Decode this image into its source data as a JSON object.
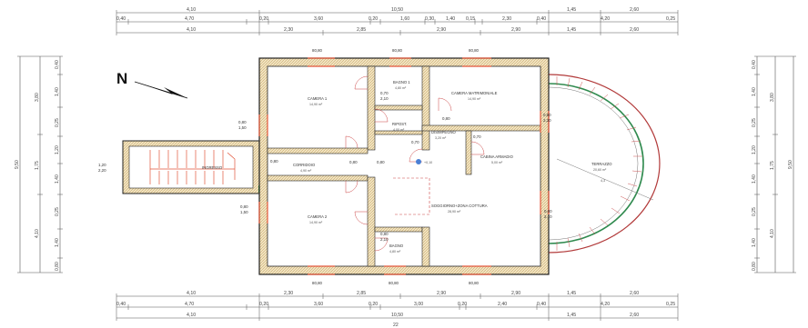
{
  "plan": {
    "north_label": "N",
    "top_dims": {
      "row1": [
        "4,10",
        "10,50",
        "1,45",
        "2,60"
      ],
      "row2": [
        "0,40",
        "4,70",
        "0,20",
        "3,60",
        "0,20",
        "1,60",
        "0,30",
        "1,40",
        "0,15",
        "2,30",
        "0,40",
        "4,20",
        "0,25"
      ],
      "row3": [
        "4,10",
        "2,30",
        "2,85",
        "2,90",
        "2,90",
        "1,45",
        "2,60"
      ]
    },
    "bottom_dims": {
      "row1": [
        "4,10",
        "2,30",
        "2,85",
        "2,90",
        "2,90",
        "1,45",
        "2,60"
      ],
      "row2": [
        "0,40",
        "4,70",
        "0,20",
        "3,60",
        "0,20",
        "3,00",
        "0,20",
        "2,40",
        "0,40",
        "4,20",
        "0,25"
      ],
      "row3": [
        "4,10",
        "10,50",
        "1,45",
        "2,60"
      ],
      "row4": [
        "22"
      ]
    },
    "left_dims": {
      "outer": [
        "9,50"
      ],
      "mid": [
        "3,80",
        "1,75",
        "4,10"
      ],
      "inner": [
        "0,40",
        "1,40",
        "0,25",
        "1,20",
        "1,40",
        "0,25",
        "1,40",
        "0,80"
      ]
    },
    "right_dims": {
      "outer": [
        "9,50"
      ],
      "mid": [
        "3,80",
        "1,75",
        "4,10"
      ],
      "inner": [
        "0,40",
        "1,40",
        "0,25",
        "1,20",
        "1,40",
        "0,25",
        "1,40",
        "0,80"
      ]
    },
    "rooms": {
      "camera1": {
        "name": "CAMERA 1",
        "area": "14,90 m²"
      },
      "bagno1": {
        "name": "BAGNO 1",
        "area": "4,80 m²"
      },
      "camera_matrimoniale": {
        "name": "CAMERA MATRIMONIALE",
        "area": "14,90 m²"
      },
      "ripost": {
        "name": "RIPOST.",
        "area": "4,00 m²"
      },
      "disimpegno": {
        "name": "DISIMPEGNO",
        "area": "3,20 m²"
      },
      "cabina_armadio": {
        "name": "CABINA ARMADIO",
        "area": "5,00 m²"
      },
      "corridoio": {
        "name": "CORRIDOIO",
        "area": "4,90 m²"
      },
      "ingresso": {
        "name": "INGRESSO",
        "area": ""
      },
      "terrazzo": {
        "name": "TERRAZZO",
        "area": "20,60 m²"
      },
      "soggiorno": {
        "name": "SOGGIORNO+ZONA COTTURA",
        "area": "28,90 m²"
      },
      "camera2": {
        "name": "CAMERA 2",
        "area": "14,90 m²"
      },
      "bagno2": {
        "name": "BAGNO",
        "area": "4,80 m²"
      }
    },
    "openings": {
      "w_top1": "80,80",
      "w_top2": "80,80",
      "w_top3": "80,80",
      "w_bot1": "80,80",
      "w_bot2": "80,80",
      "w_bot3": "80,80",
      "o_left1": "0,80",
      "o_left1b": "1,50",
      "o_left2": "0,80",
      "o_left2b": "1,50",
      "o_right1": "0,80",
      "o_right1b": "2,30",
      "o_right2": "0,80",
      "o_right2b": "2,10",
      "d_bagno1": "0,70",
      "d_bagno1b": "2,10",
      "d_corr": "0,80",
      "d_corr2": "0,80",
      "d_rip": "0,70",
      "d_disimp": "0,80",
      "d_cab": "0,70",
      "d_sog": "0,80",
      "d_bagno2": "0,80",
      "d_bagno2b": "2,10",
      "d_ingr": "1,20",
      "d_ingrb": "2,20"
    },
    "level_mark": "+0,10",
    "stair_note": "4,3"
  }
}
